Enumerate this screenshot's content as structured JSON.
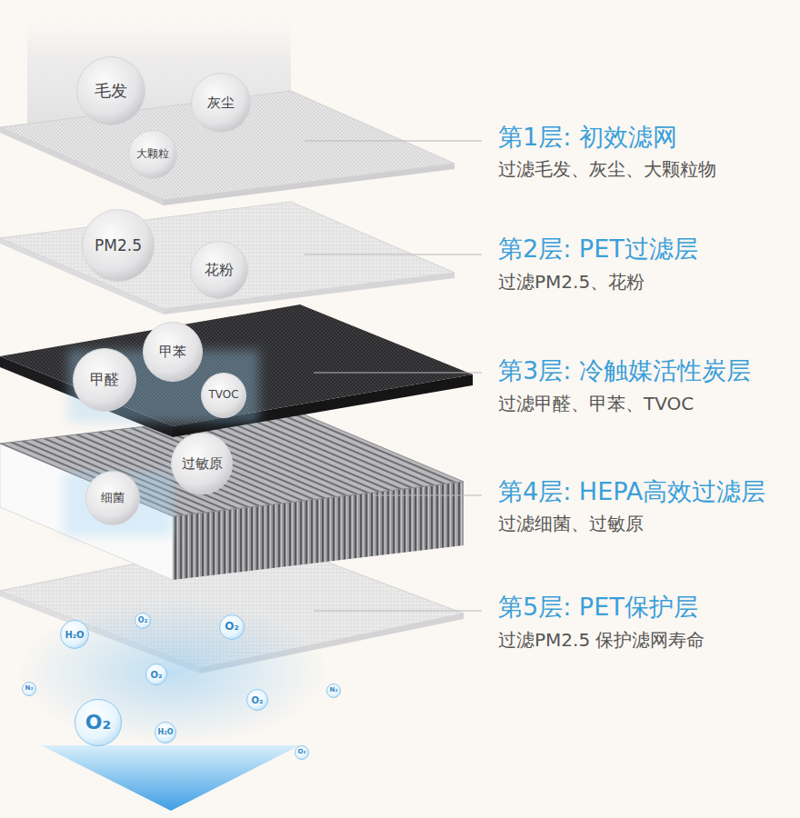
{
  "diagram": {
    "nodes": [
      {
        "text": [
          "毛发"
        ]
      },
      {
        "text": [
          "灰尘"
        ]
      },
      {
        "text": [
          "大颗粒"
        ]
      },
      {
        "text": [
          "PM2.5"
        ]
      },
      {
        "text": [
          "花粉"
        ]
      },
      {
        "text": [
          "甲苯"
        ]
      },
      {
        "text": [
          "甲醛"
        ]
      },
      {
        "text": [
          "TVOC"
        ]
      },
      {
        "text": [
          "过敏原"
        ]
      },
      {
        "text": [
          "细菌"
        ]
      },
      {
        "text": [
          "O₂"
        ]
      },
      {
        "text": [
          "O₂"
        ]
      },
      {
        "text": [
          "H₂O"
        ]
      },
      {
        "text": [
          "O₂"
        ]
      },
      {
        "text": [
          "N₂"
        ]
      },
      {
        "text": [
          "N₂"
        ]
      },
      {
        "text": [
          "O₂"
        ]
      },
      {
        "text": [
          "O₂"
        ]
      },
      {
        "text": [
          "H₂O"
        ]
      },
      {
        "text": [
          "O₂"
        ]
      }
    ],
    "labels": [
      "第1层: 初效滤网",
      "过滤毛发、灰尘、大颗粒物",
      "第2层: PET过滤层",
      "过滤PM2.5、花粉",
      "第3层: 冷触媒活性炭层",
      "过滤甲醛、甲苯、TVOC",
      "第4层: HEPA高效过滤层",
      "过滤细菌、过敏原",
      "第5层: PET保护层",
      "过滤PM2.5 保护滤网寿命"
    ]
  }
}
